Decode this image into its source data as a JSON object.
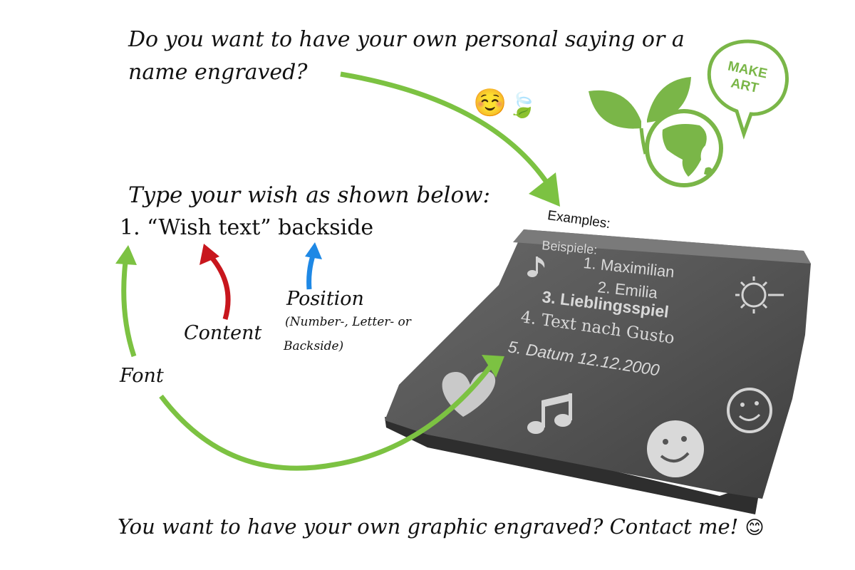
{
  "headline": {
    "line1": "Do you want to have your own personal saying or a",
    "line2": "name engraved?"
  },
  "emojis": {
    "smile": "☺️",
    "leaf": "🍃",
    "footer_smile": "😊"
  },
  "logo": {
    "icon": "globe-with-leaves-icon",
    "bubble_line1": "MAKE",
    "bubble_line2": "ART",
    "color": "#7ab648"
  },
  "instructions": {
    "title": "Type your wish as shown below:",
    "line": "1. “Wish text” backside"
  },
  "labels": {
    "position": "Position",
    "position_sub1": "(Number-, Letter- or",
    "position_sub2": "Backside)",
    "content": "Content",
    "font": "Font"
  },
  "arrow_colors": {
    "green": "#7cc242",
    "red": "#c8161d",
    "blue": "#1e88e5"
  },
  "slate": {
    "examples_label": "Examples:",
    "header": "Beispiele:",
    "lines": [
      "1. Maximilian",
      "2. Emilia",
      "3. Lieblingsspiel",
      "4. Text nach Gusto",
      "5. Datum 12.12.2000"
    ],
    "icons": [
      "music-note-icon",
      "sun-icon",
      "heart-icon",
      "double-music-note-icon",
      "smiley-icon",
      "smiley-icon"
    ]
  },
  "footer": {
    "text": "You want to have your own graphic engraved? Contact me!"
  }
}
